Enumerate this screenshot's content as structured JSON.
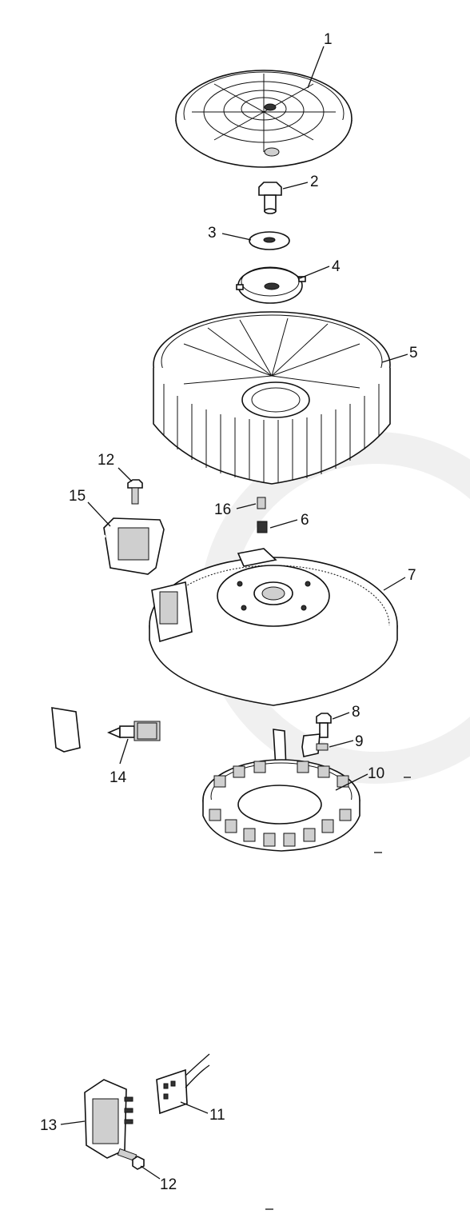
{
  "diagram": {
    "callouts": [
      {
        "id": "c1",
        "label": "1"
      },
      {
        "id": "c2",
        "label": "2"
      },
      {
        "id": "c3",
        "label": "3"
      },
      {
        "id": "c4",
        "label": "4"
      },
      {
        "id": "c5",
        "label": "5"
      },
      {
        "id": "c12a",
        "label": "12"
      },
      {
        "id": "c15",
        "label": "15"
      },
      {
        "id": "c16",
        "label": "16"
      },
      {
        "id": "c6",
        "label": "6"
      },
      {
        "id": "c7",
        "label": "7"
      },
      {
        "id": "c8",
        "label": "8"
      },
      {
        "id": "c9",
        "label": "9"
      },
      {
        "id": "c10",
        "label": "10"
      },
      {
        "id": "c14",
        "label": "14"
      },
      {
        "id": "c11",
        "label": "11"
      },
      {
        "id": "c13",
        "label": "13"
      },
      {
        "id": "c12b",
        "label": "12"
      }
    ]
  }
}
